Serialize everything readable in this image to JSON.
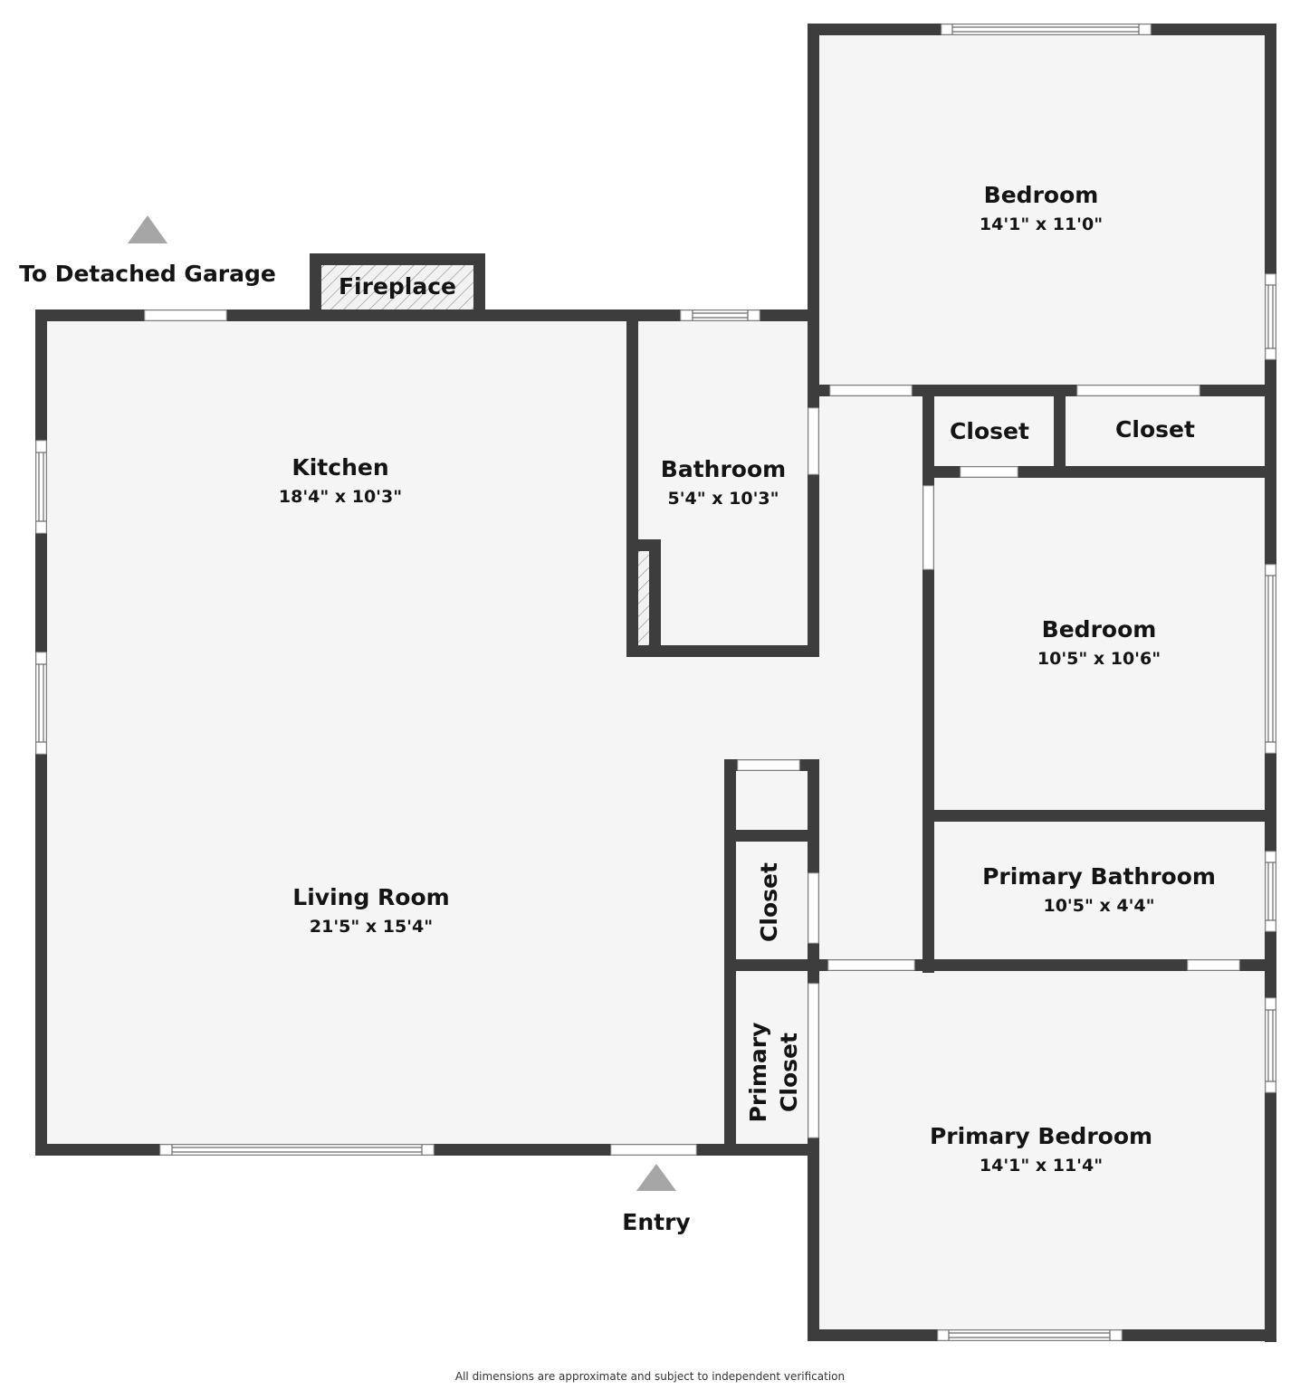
{
  "plan": {
    "rooms": {
      "kitchen": {
        "name": "Kitchen",
        "dimensions": "18'4\" x 10'3\""
      },
      "living_room": {
        "name": "Living Room",
        "dimensions": "21'5\" x 15'4\""
      },
      "bathroom": {
        "name": "Bathroom",
        "dimensions": "5'4\" x 10'3\""
      },
      "bedroom_1": {
        "name": "Bedroom",
        "dimensions": "14'1\" x 11'0\""
      },
      "bedroom_2": {
        "name": "Bedroom",
        "dimensions": "10'5\" x 10'6\""
      },
      "closet_1": {
        "name": "Closet"
      },
      "closet_2": {
        "name": "Closet"
      },
      "closet_3": {
        "name": "Closet"
      },
      "primary_bathroom": {
        "name": "Primary Bathroom",
        "dimensions": "10'5\" x 4'4\""
      },
      "primary_closet": {
        "name_line1": "Primary",
        "name_line2": "Closet"
      },
      "primary_bedroom": {
        "name": "Primary Bedroom",
        "dimensions": "14'1\" x 11'4\""
      }
    },
    "features": {
      "fireplace": "Fireplace"
    },
    "markers": {
      "garage": {
        "label": "To Detached Garage",
        "icon": "triangle-up-arrow"
      },
      "entry": {
        "label": "Entry",
        "icon": "triangle-up-arrow"
      }
    },
    "disclaimer": "All dimensions are approximate and subject to independent verification",
    "colors": {
      "wall": "#3d3d3d",
      "floor": "#f5f5f5",
      "marker": "#a6a6a6",
      "text": "#141414"
    }
  }
}
